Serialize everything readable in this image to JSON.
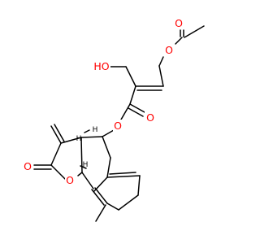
{
  "molecule": {
    "atoms": {
      "carbonyl_o_acetyl": "O",
      "ester_o_acetyl": "O",
      "hydroxyl": "HO",
      "carbonyl_o_ester": "O",
      "ester_o_link": "O",
      "lactone_carbonyl_o": "O",
      "lactone_ring_o": "O",
      "stereo_h_1": "H",
      "stereo_h_2": "H",
      "stereo_h_3": "H"
    },
    "colors": {
      "oxygen": "#ff0000",
      "bond": "#000000",
      "background": "#ffffff"
    }
  }
}
